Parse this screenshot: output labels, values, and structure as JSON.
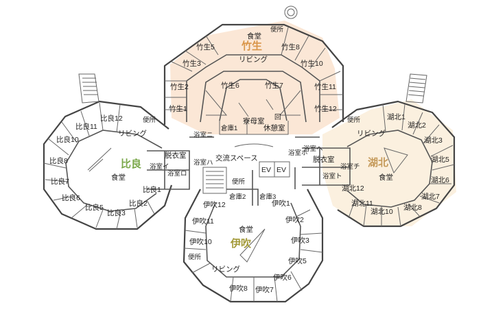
{
  "colors": {
    "take": "#d99548",
    "hira": "#7aa84a",
    "ibuki": "#a39a3a",
    "kohoku": "#c59a5a",
    "take_tint": "#fbe7d6",
    "kohoku_tint": "#fbf0df"
  },
  "units": {
    "take": "竹生",
    "hira": "比良",
    "ibuki": "伊吹",
    "kohoku": "湖北"
  },
  "rooms": {
    "take": [
      "竹生1",
      "竹生2",
      "竹生3",
      "竹生5",
      "竹生6",
      "竹生7",
      "竹生8",
      "竹生10",
      "竹生11",
      "竹生12"
    ],
    "hira": [
      "比良1",
      "比良2",
      "比良3",
      "比良5",
      "比良6",
      "比良7",
      "比良8",
      "比良10",
      "比良11",
      "比良12"
    ],
    "ibuki": [
      "伊吹1",
      "伊吹2",
      "伊吹3",
      "伊吹5",
      "伊吹6",
      "伊吹7",
      "伊吹8",
      "伊吹10",
      "伊吹11",
      "伊吹12"
    ],
    "kohoku": [
      "湖北1",
      "湖北2",
      "湖北3",
      "湖北5",
      "湖北6",
      "湖北7",
      "湖北8",
      "湖北10",
      "湖北11",
      "湖北12"
    ]
  },
  "common": {
    "dining": "食堂",
    "living": "リビング",
    "toilet": "便所",
    "dorm_mother": "寮母室",
    "rest_room": "休憩室",
    "storage1": "倉庫1",
    "storage2": "倉庫2",
    "storage3": "倉庫3",
    "exchange": "交流スペース",
    "dressing": "脱衣室",
    "ev": "EV",
    "bath_i": "浴室イ",
    "bath_ro": "浴室ロ",
    "bath_ha": "浴室ハ",
    "bath_ni": "浴室ニ",
    "bath_ho": "浴室ホ",
    "bath_he": "浴室ヘ",
    "bath_to": "浴室ト",
    "bath_chi": "浴室チ",
    "kaku": "回"
  }
}
